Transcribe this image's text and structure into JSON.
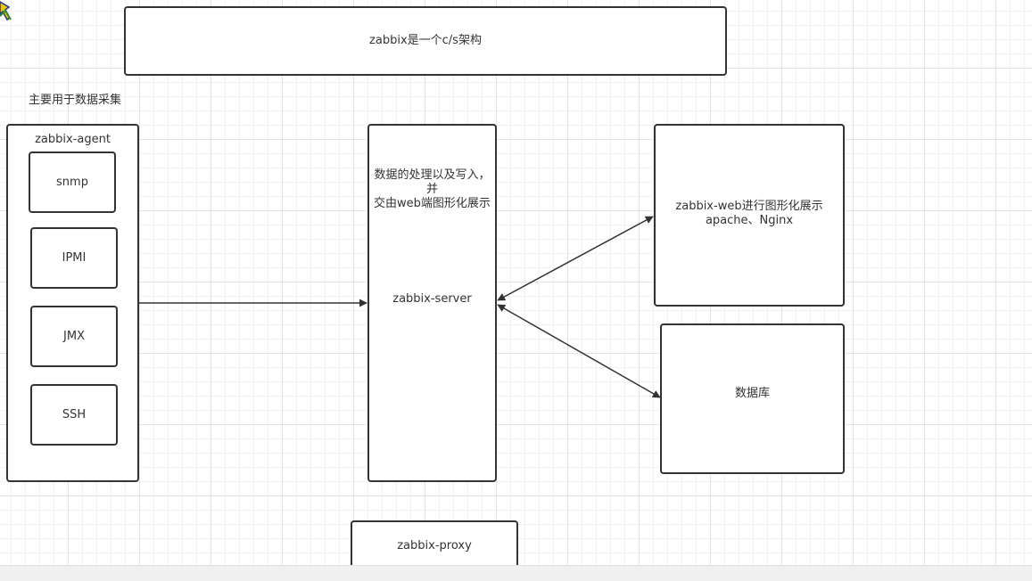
{
  "title_box": {
    "text": "zabbix是一个c/s架构"
  },
  "agent_caption": {
    "text": "主要用于数据采集"
  },
  "agent": {
    "title": "zabbix-agent",
    "items": [
      {
        "label": "snmp"
      },
      {
        "label": "IPMI"
      },
      {
        "label": "JMX"
      },
      {
        "label": "SSH"
      }
    ]
  },
  "server": {
    "description_line1": "数据的处理以及写入，并",
    "description_line2": "交由web端图形化展示",
    "label": "zabbix-server"
  },
  "web": {
    "line1": "zabbix-web进行图形化展示",
    "line2": "apache、Nginx"
  },
  "database": {
    "label": "数据库"
  },
  "proxy": {
    "label": "zabbix-proxy"
  },
  "colors": {
    "stroke": "#333333",
    "fill": "#ffffff",
    "grid": "#e4e4e4"
  }
}
